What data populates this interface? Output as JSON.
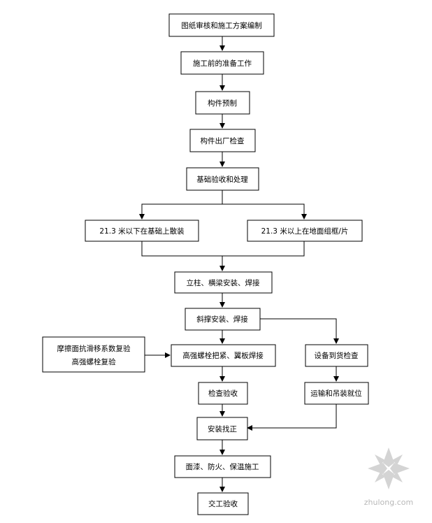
{
  "nodes": {
    "n1": "图纸审核和施工方案编制",
    "n2": "施工前的准备工作",
    "n3": "构件预制",
    "n4": "构件出厂检查",
    "n5": "基础验收和处理",
    "n6": "21.3 米以下在基础上散装",
    "n7": "21.3 米以上在地面组框/片",
    "n8": "立柱、横梁安装、焊接",
    "n9": "斜撑安装、焊接",
    "n10a": "摩擦面抗滑移系数复验",
    "n10b": "高强螺栓复验",
    "n11": "高强螺栓把紧、翼板焊接",
    "n12": "设备到货检查",
    "n13": "检查验收",
    "n14": "运输和吊装就位",
    "n15": "安装找正",
    "n16": "面漆、防火、保温施工",
    "n17": "交工验收"
  },
  "watermark": "zhulong.com",
  "colors": {
    "line": "#000000",
    "box_fill": "#ffffff",
    "watermark": "#b8b8b8"
  }
}
